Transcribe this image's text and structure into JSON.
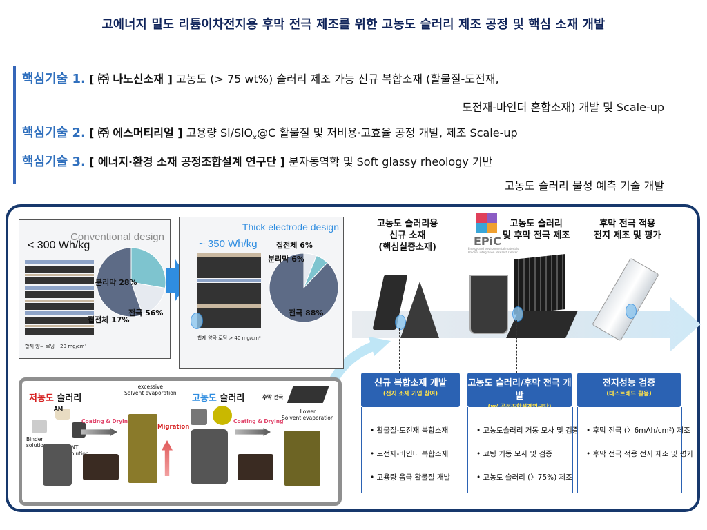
{
  "title": "고에너지 밀도 리튬이차전지용 후막 전극 제조를 위한 고농도 슬러리 제조 공정 및 핵심 소재 개발",
  "techs": [
    {
      "label": "핵심기술 1.",
      "org": "[ ㈜ 나노신소재 ]",
      "text": "고농도 (> 75 wt%) 슬러리 제조 가능 신규 복합소재 (활물질-도전재,",
      "cont": "도전재-바인더 혼합소재) 개발 및 Scale-up"
    },
    {
      "label": "핵심기술 2.",
      "org": "[ ㈜ 에스머티리얼 ]",
      "text_pre": "고용량 Si/SiO",
      "text_sub": "x",
      "text_post": "@C 활물질 및 저비용·고효율 공정 개발, 제조 Scale-up"
    },
    {
      "label": "핵심기술 3.",
      "org": "[ 에너지·환경 소재 공정조합설계 연구단 ]",
      "text": "분자동역학 및 Soft glassy rheology 기반",
      "cont": "고농도 슬러리 물성 예측 기술 개발"
    }
  ],
  "conventional": {
    "title": "Conventional design",
    "energy": "< 300 Wh/kg",
    "caption": "합제 양극 로딩 ~20 mg/cm²",
    "slices": [
      {
        "label": "분리막 28%",
        "value": 28,
        "color": "#7ec4cf"
      },
      {
        "label": "집전체 17%",
        "value": 17,
        "color": "#e6eaf0"
      },
      {
        "label": "전극 56%",
        "value": 56,
        "color": "#5d6b86"
      }
    ]
  },
  "thick": {
    "title": "Thick electrode design",
    "energy": "~ 350 Wh/kg",
    "caption": "합제 양극 로딩 > 40 mg/cm²",
    "slices": [
      {
        "label": "집전체 6%",
        "value": 6,
        "color": "#e6eaf0"
      },
      {
        "label": "분리막 6%",
        "value": 6,
        "color": "#7ec4cf"
      },
      {
        "label": "전극 88%",
        "value": 88,
        "color": "#5d6b86"
      }
    ]
  },
  "slurry": {
    "low_title_colored": "저농도",
    "low_title_rest": " 슬러리",
    "high_title_colored": "고농도",
    "high_title_rest": " 슬러리",
    "am": "AM",
    "binder": "Binder\nsolution",
    "cnt": "CNT\nSolution",
    "coating_drying": "Coating & Drying",
    "excessive": "excessive\nSolvent evaporation",
    "migration": "Migration",
    "thick_electrode": "후막 전극",
    "lower": "Lower\nSolvent evaporation"
  },
  "stages": {
    "material": "고농도 슬러리용\n신규 소재\n(핵심실증소재)",
    "epic": "EPiC",
    "epic_sub": "Energy and environmental materials\nProcess integration research Center",
    "process": "고농도 슬러리\n및 후막 전극 제조",
    "cell": "후막 전극 적용\n전지 제조 및 평가"
  },
  "boxes": [
    {
      "title": "신규 복합소재 개발",
      "sub": "(전지 소재 기업 참여)",
      "items": [
        "활물질-도전재 복합소재",
        "도전재-바인더 복합소재",
        "고용량 음극 활물질 개발"
      ]
    },
    {
      "title": "고농도 슬러리/후막 전극 개발",
      "sub": "(w/ 공정조합설계연구단)",
      "items": [
        "고농도슬러리 거동 모사 및 검증",
        "코팅 거동 모사 및 검증",
        "고농도 슬러리 (〉75%) 제조"
      ]
    },
    {
      "title": "전지성능 검증",
      "sub": "(테스트베드 활용)",
      "items": [
        "후막 전극 (〉6mAh/cm²) 제조",
        "후막 전극 적용 전지 제조 및 평가"
      ]
    }
  ],
  "colors": {
    "title": "#10245a",
    "accent": "#2f6fbd",
    "frame": "#17386c",
    "box": "#2b62b3",
    "sub": "#ffe24a",
    "red": "#d62020"
  }
}
